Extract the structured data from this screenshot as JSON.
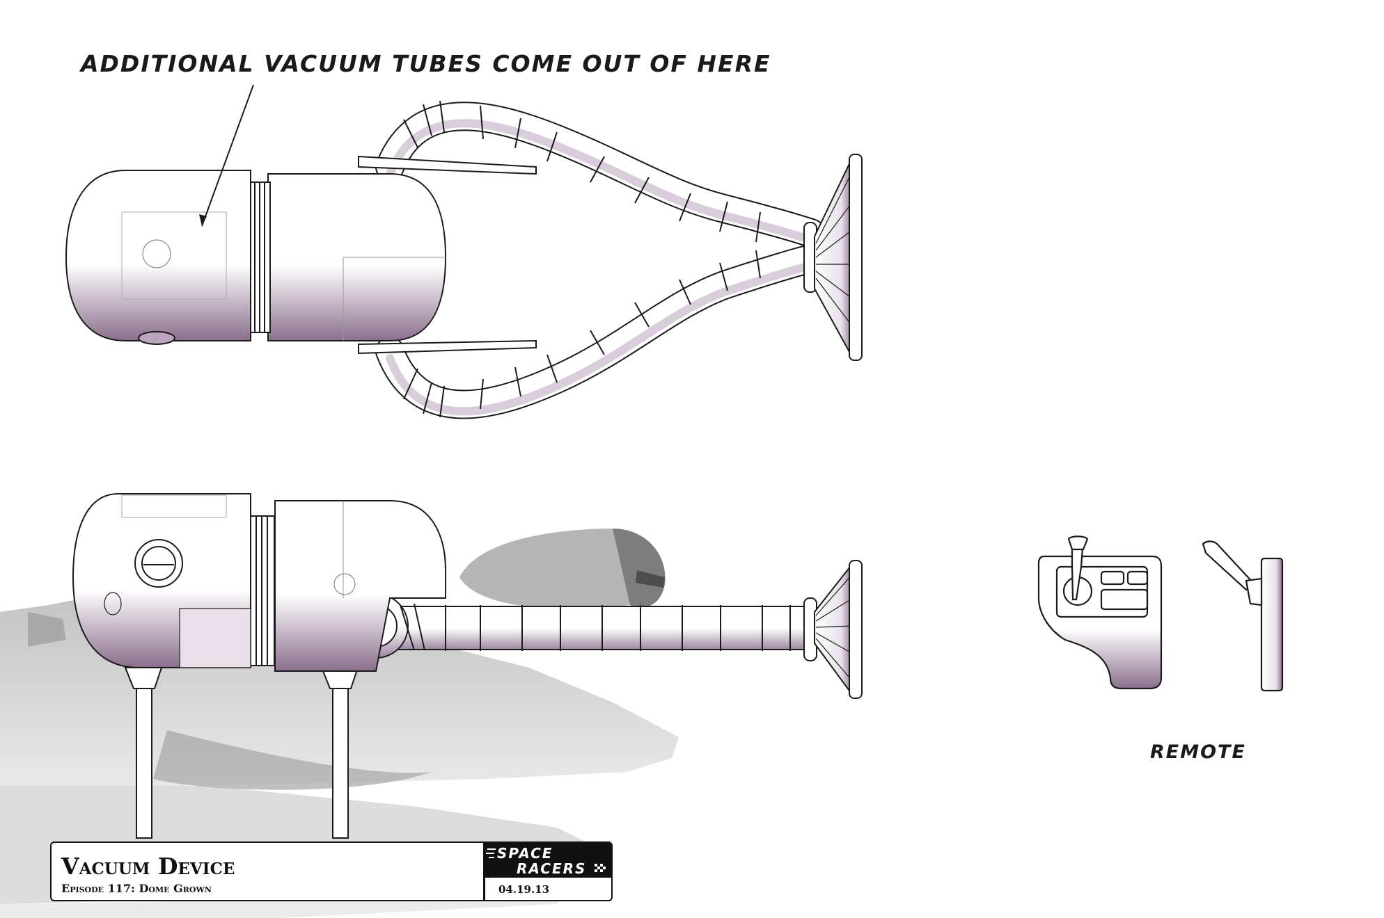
{
  "annotations": {
    "callout": "ADDITIONAL VACUUM TUBES COME OUT OF HERE",
    "remote_label": "REMOTE"
  },
  "title_block": {
    "title": "Vacuum Device",
    "episode": "Episode 117: Dome Grown",
    "logo_line1": "SPACE",
    "logo_line2": "RACERS",
    "date": "04.19.13"
  },
  "colors": {
    "line": "#1a1a1a",
    "shade": "#8a6f8c",
    "ship_gray": "#c9c9c9"
  }
}
